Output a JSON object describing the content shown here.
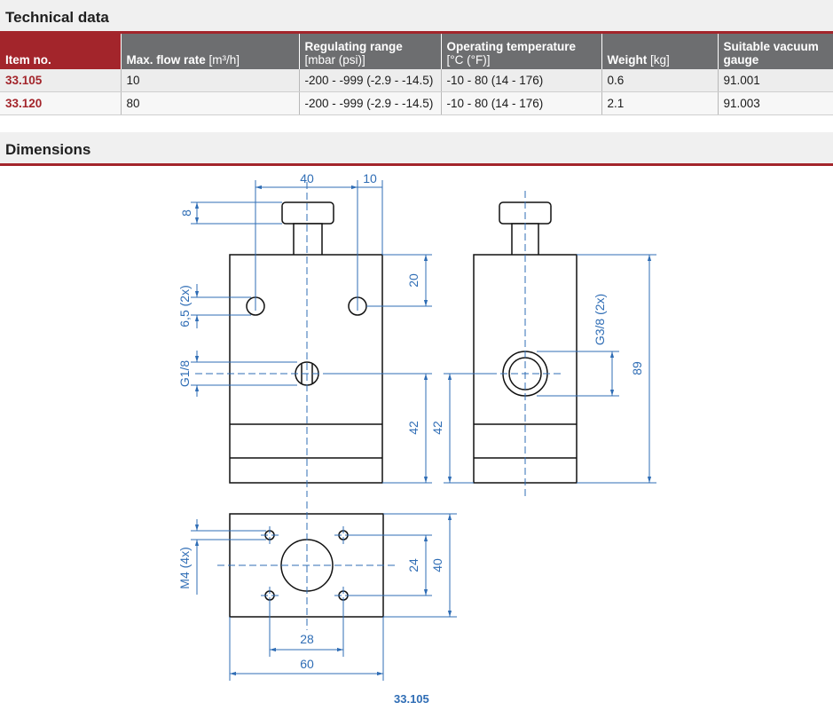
{
  "technical_data": {
    "title": "Technical data",
    "columns": [
      {
        "label": "Item no.",
        "unit": ""
      },
      {
        "label": "Max. flow rate",
        "unit": "[m³/h]"
      },
      {
        "label": "Regulating range",
        "unit": "[mbar (psi)]"
      },
      {
        "label": "Operating temperature",
        "unit": "[°C (°F)]"
      },
      {
        "label": "Weight",
        "unit": "[kg]"
      },
      {
        "label": "Suitable vacuum gauge",
        "unit": ""
      }
    ],
    "rows": [
      [
        "33.105",
        "10",
        "-200 - -999 (-2.9 - -14.5)",
        "-10 - 80 (14 - 176)",
        "0.6",
        "91.001"
      ],
      [
        "33.120",
        "80",
        "-200 - -999 (-2.9 - -14.5)",
        "-10 - 80 (14 - 176)",
        "2.1",
        "91.003"
      ]
    ]
  },
  "dimensions": {
    "title": "Dimensions",
    "labels": {
      "d40_top": "40",
      "d10_top": "10",
      "d8": "8",
      "d20": "20",
      "d65": "6,5 (2x)",
      "g18": "G1/8",
      "d42a": "42",
      "d42b": "42",
      "g38": "G3/8 (2x)",
      "d89": "89",
      "m4": "M4 (4x)",
      "d24": "24",
      "d40_right": "40",
      "d28": "28",
      "d60": "60"
    },
    "caption": "33.105"
  },
  "colors": {
    "accent": "#a3252b",
    "header_gray": "#6d6e70",
    "dimension_blue": "#2f6db5"
  }
}
